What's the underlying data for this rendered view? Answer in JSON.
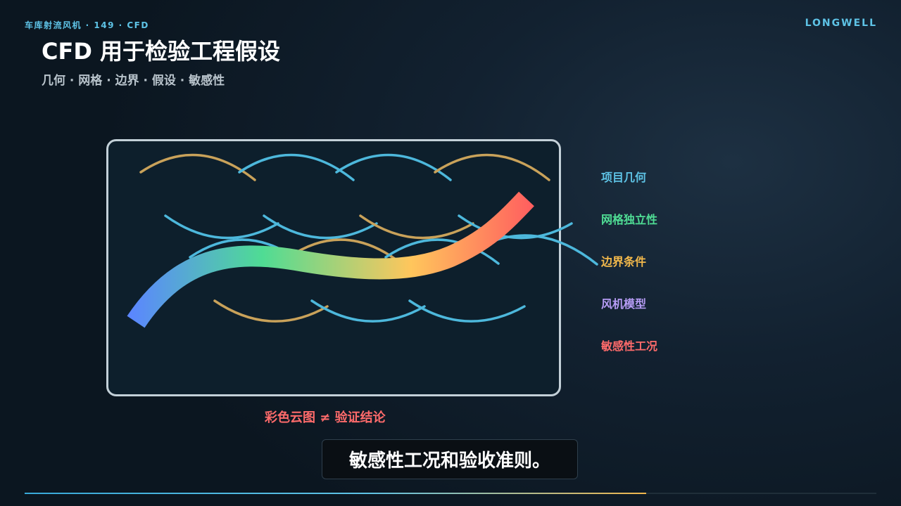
{
  "header": {
    "breadcrumb": "车库射流风机 · 149 · CFD",
    "brand": "LONGWELL"
  },
  "slide": {
    "title": "CFD 用于检验工程假设",
    "subtitle": "几何 · 网格 · 边界 · 假设 · 敏感性",
    "caption": "彩色云图 ≠ 验证结论"
  },
  "legend": [
    {
      "label": "项目几何",
      "color": "#5ec3e6"
    },
    {
      "label": "网格独立性",
      "color": "#4fdc94"
    },
    {
      "label": "边界条件",
      "color": "#f2b84b"
    },
    {
      "label": "风机模型",
      "color": "#b69cf5"
    },
    {
      "label": "敏感性工况",
      "color": "#ff6b6b"
    }
  ],
  "colors": {
    "streamline_blue": "#4db8dc",
    "streamline_gold": "#c9a25a",
    "band_gradient": [
      "#5b86ff",
      "#4fdc94",
      "#ffc65c",
      "#ff5f5f"
    ]
  },
  "subtitle_bar": {
    "text": "敏感性工况和验收准则。"
  },
  "progress": {
    "fraction": 0.73
  }
}
